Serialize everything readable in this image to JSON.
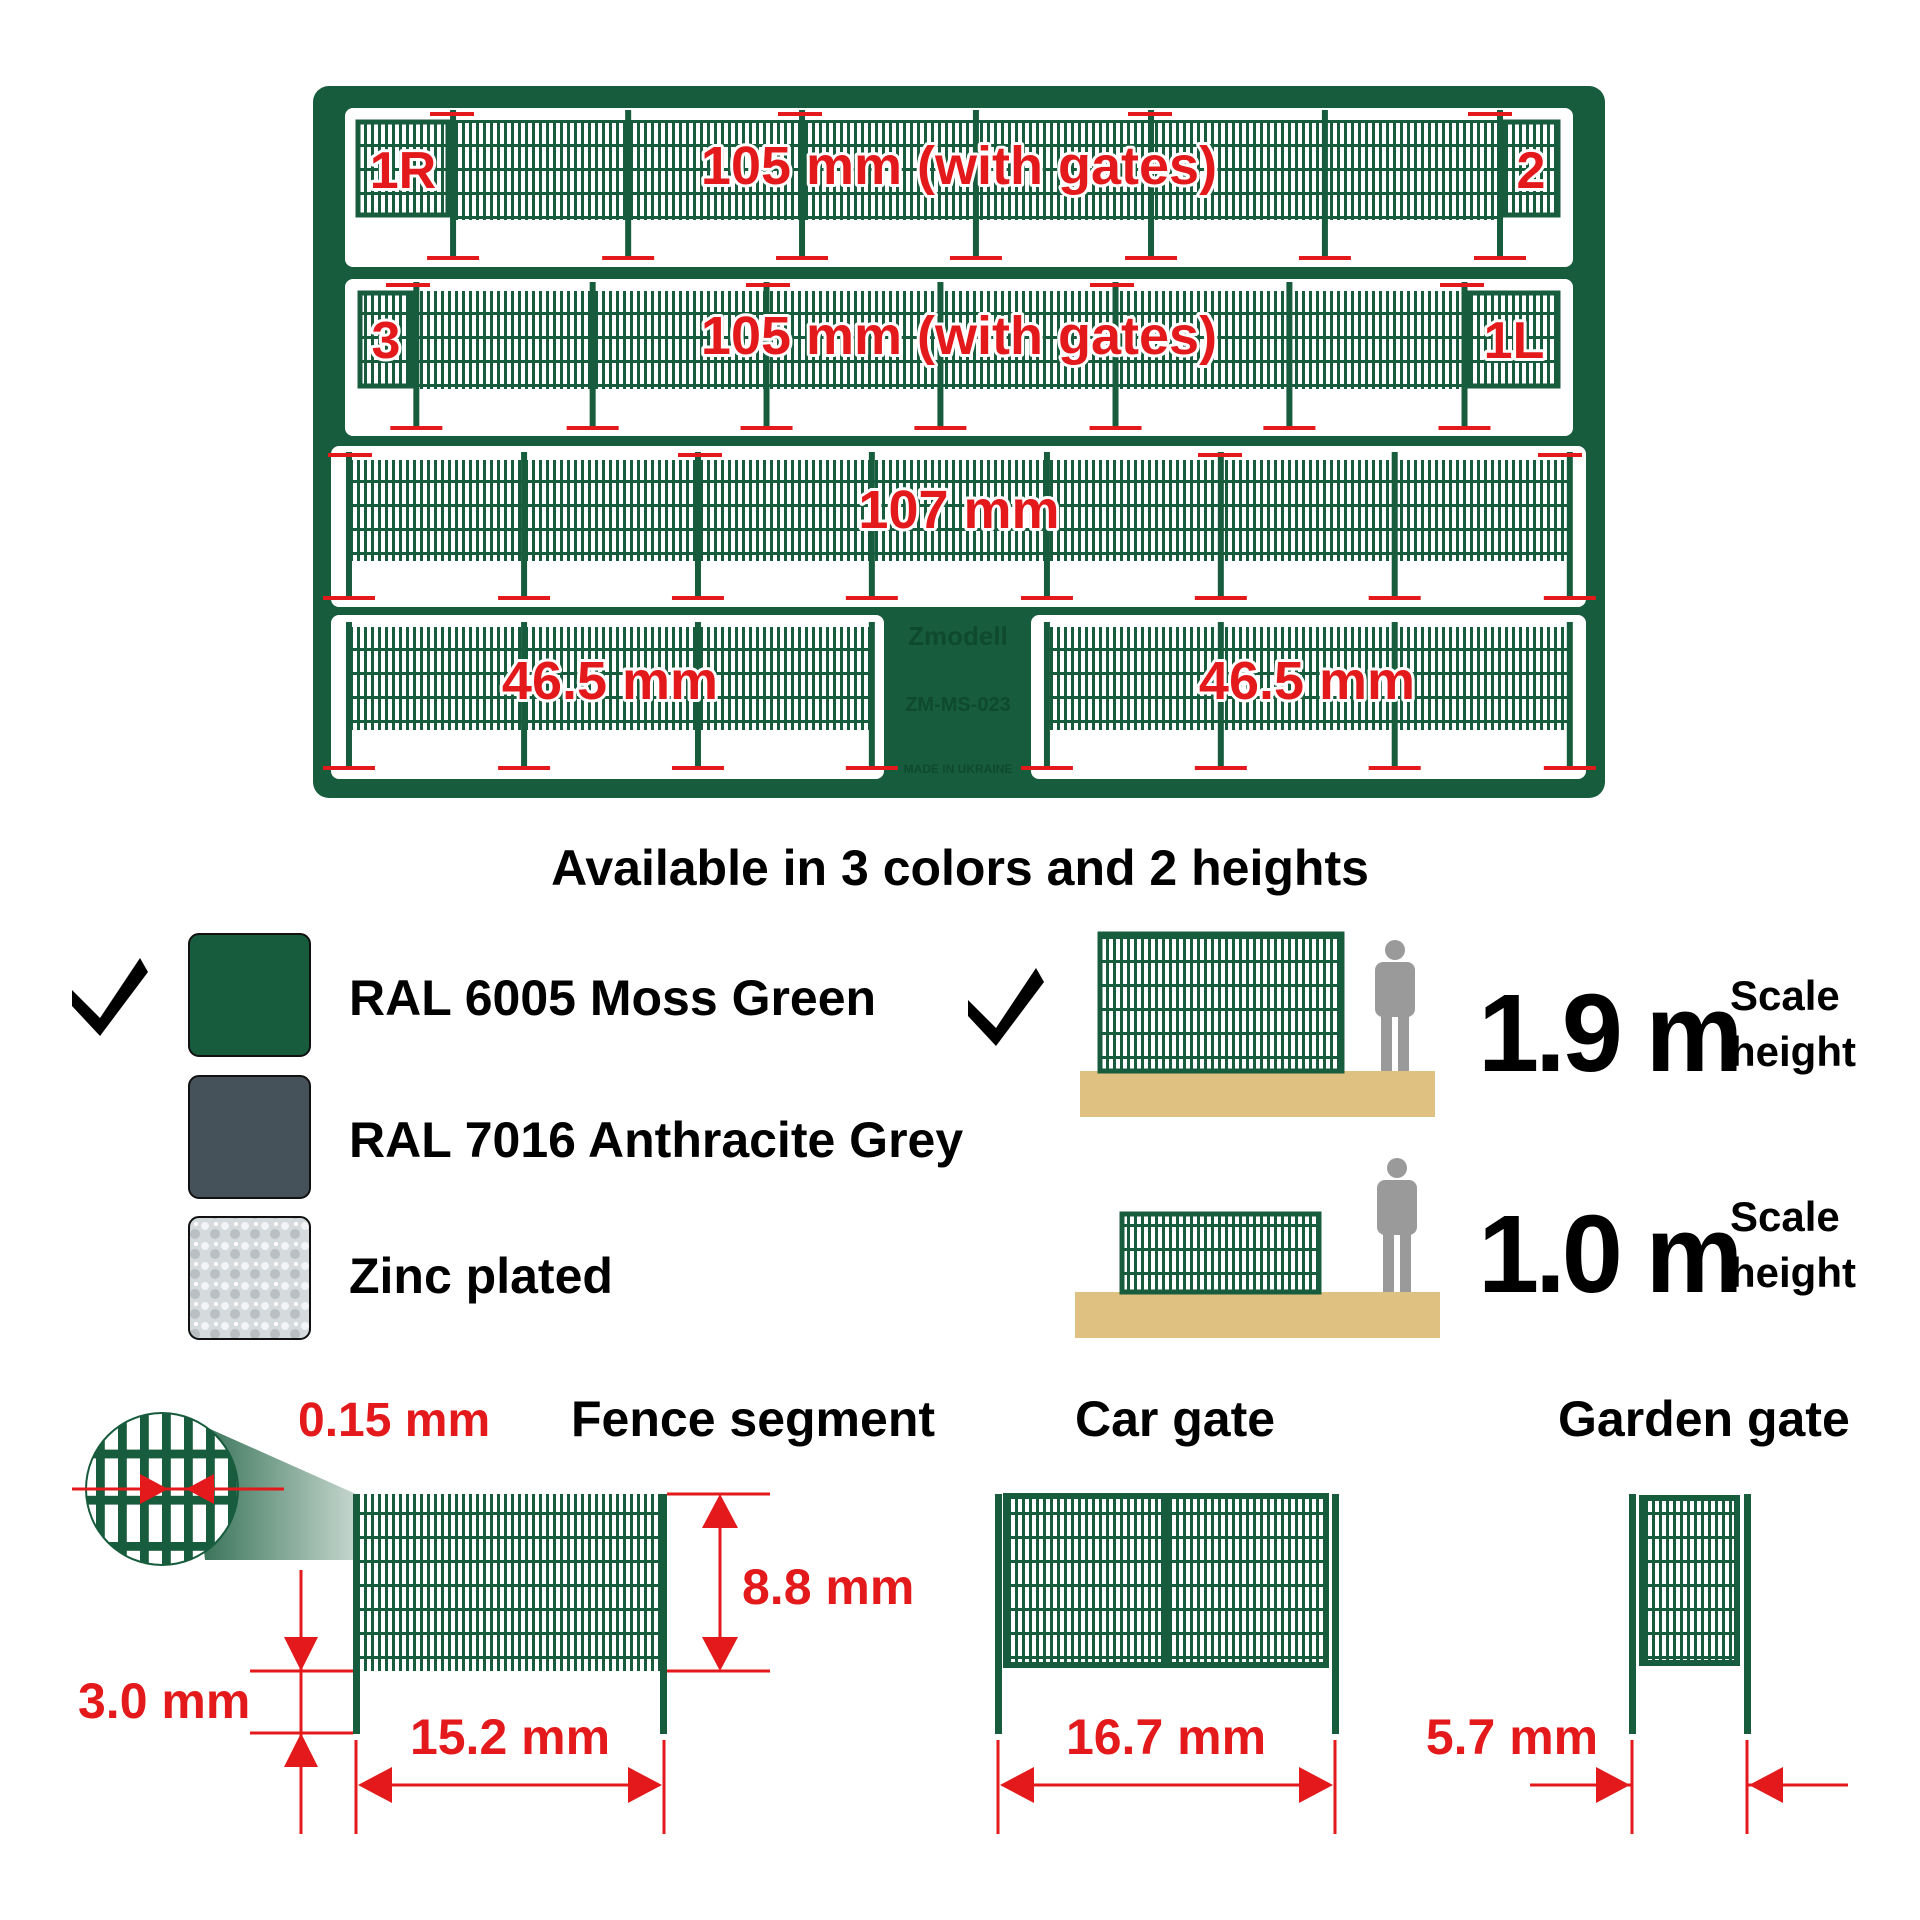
{
  "colors": {
    "green": "#175c3c",
    "grey": "#46525a",
    "red": "#e3191b",
    "sand": "#dfc282"
  },
  "fret": {
    "row1_label": "105 mm (with gates)",
    "row1_left": "1R",
    "row1_right": "2",
    "row2_label": "105 mm (with gates)",
    "row2_left": "3",
    "row2_right": "1L",
    "row3_label": "107 mm",
    "row4_left_label": "46.5 mm",
    "row4_right_label": "46.5 mm",
    "brand": "Zmodell",
    "code": "ZM-MS-023",
    "origin": "MADE IN UKRAINE"
  },
  "availability_title": "Available in 3 colors and 2 heights",
  "color_options": [
    {
      "label": "RAL 6005 Moss Green",
      "selected": true
    },
    {
      "label": "RAL 7016 Anthracite Grey",
      "selected": false
    },
    {
      "label": "Zinc plated",
      "selected": false
    }
  ],
  "height_options": [
    {
      "value": "1.9 m",
      "caption1": "Scale",
      "caption2": "height",
      "selected": true
    },
    {
      "value": "1.0 m",
      "caption1": "Scale",
      "caption2": "height",
      "selected": false
    }
  ],
  "dimensions": {
    "wire": "0.15 mm",
    "fence_title": "Fence segment",
    "fence_height": "8.8 mm",
    "post_extension": "3.0 mm",
    "fence_width": "15.2 mm",
    "car_gate_title": "Car gate",
    "car_gate_width": "16.7 mm",
    "garden_gate_title": "Garden gate",
    "garden_gate_width": "5.7 mm"
  }
}
